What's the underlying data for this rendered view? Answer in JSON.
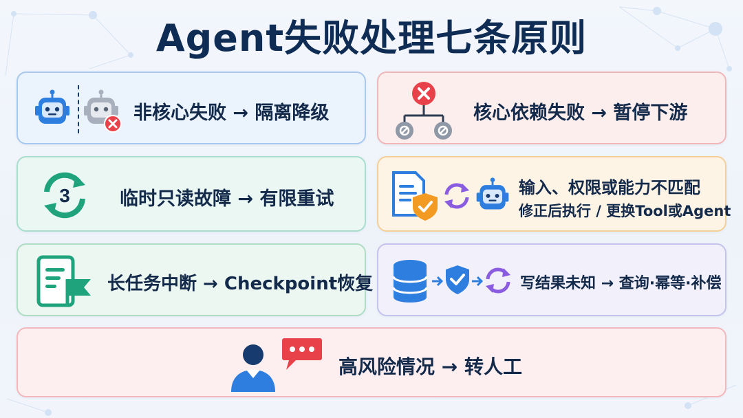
{
  "title": "Agent失败处理七条原则",
  "principles": [
    {
      "label": "非核心失败 → 隔离降级"
    },
    {
      "label": "核心依赖失败 → 暂停下游"
    },
    {
      "label": "临时只读故障 → 有限重试",
      "badge": "3"
    },
    {
      "label_line1": "输入、权限或能力不匹配",
      "label_line2": "修正后执行 / 更换Tool或Agent"
    },
    {
      "label": "长任务中断 → Checkpoint恢复"
    },
    {
      "label": "写结果未知 → 查询·幂等·补偿"
    },
    {
      "label": "高风险情况 → 转人工"
    }
  ],
  "colors": {
    "blue": "#2e7ee0",
    "red": "#e8414a",
    "green": "#1fa37d",
    "orange": "#f29a22",
    "purple": "#8a5de0",
    "navy": "#0f2c54"
  },
  "icons": [
    "robot-icon",
    "robot-error-icon",
    "error-tree-icon",
    "retry-cycle-icon",
    "document-shield-icon",
    "sync-icon",
    "document-flag-icon",
    "database-icon",
    "shield-check-icon",
    "user-icon",
    "chat-bubble-icon"
  ]
}
